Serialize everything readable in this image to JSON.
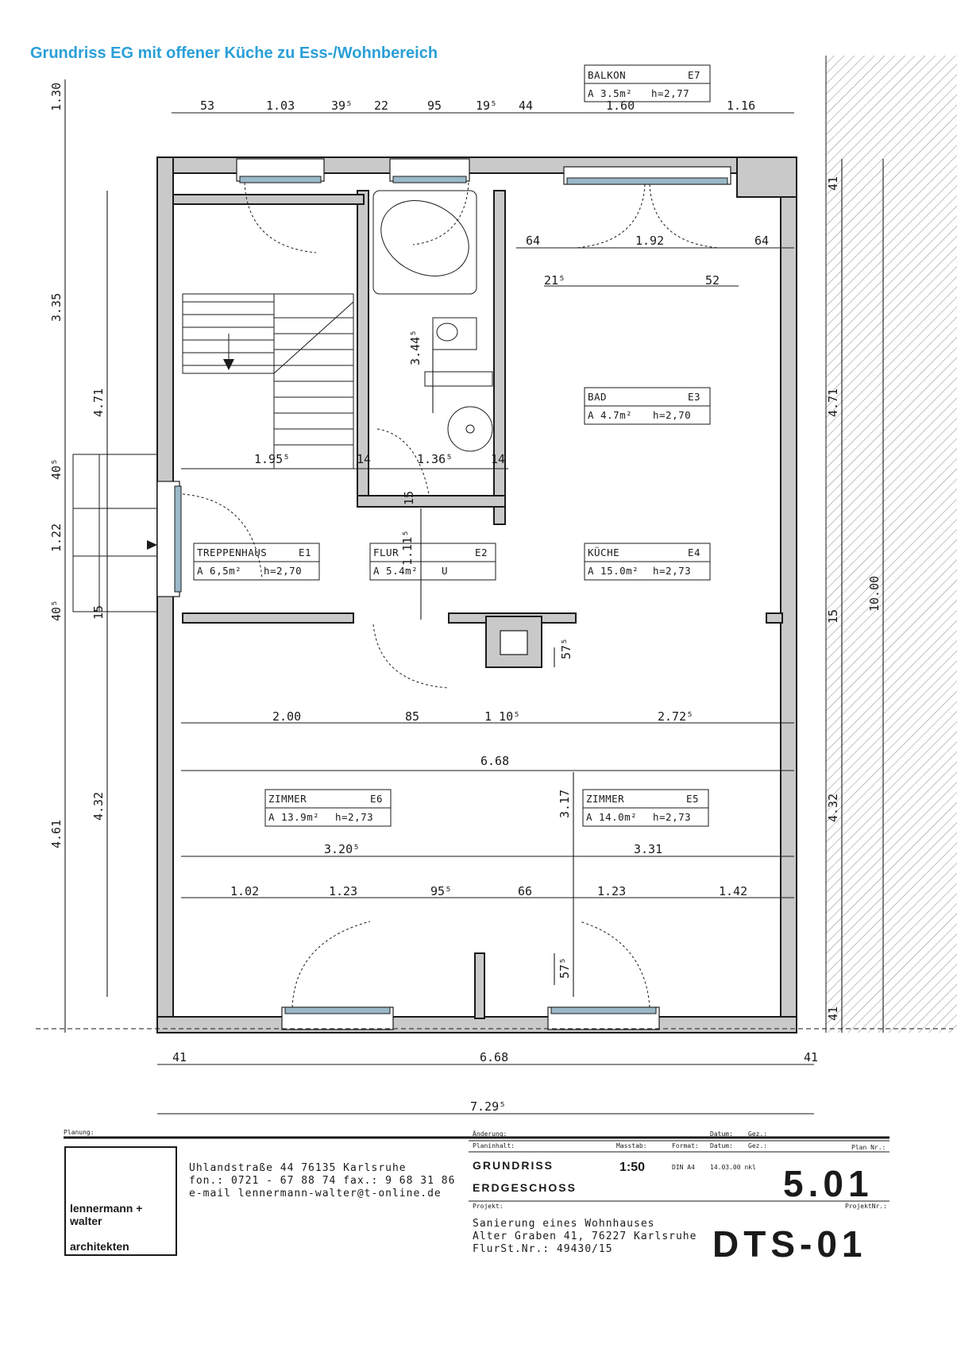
{
  "title": "Grundriss EG mit offener Küche zu Ess-/Wohnbereich",
  "colors": {
    "title": "#2a9fd8",
    "wall": "#c9c9c9",
    "window_glass": "#9ab8c8",
    "ink": "#1a1a1a"
  },
  "rooms": {
    "balkon": {
      "name": "BALKON",
      "code": "E7",
      "area": "A 3.5m²",
      "height": "h=2,77"
    },
    "bad": {
      "name": "BAD",
      "code": "E3",
      "area": "A 4.7m²",
      "height": "h=2,70"
    },
    "treppenhaus": {
      "name": "TREPPENHAUS",
      "code": "E1",
      "area": "A 6,5m²",
      "height": "h=2,70"
    },
    "flur": {
      "name": "FLUR",
      "code": "E2",
      "area": "A 5.4m²",
      "height": "U"
    },
    "kueche": {
      "name": "KÜCHE",
      "code": "E4",
      "area": "A 15.0m²",
      "height": "h=2,73"
    },
    "zimmer_e6": {
      "name": "ZIMMER",
      "code": "E6",
      "area": "A 13.9m²",
      "height": "h=2,73"
    },
    "zimmer_e5": {
      "name": "ZIMMER",
      "code": "E5",
      "area": "A 14.0m²",
      "height": "h=2,73"
    }
  },
  "dimensions": {
    "top_row": [
      "53",
      "1.03",
      "39⁵",
      "22",
      "95",
      "19⁵",
      "44"
    ],
    "balkon_row": [
      "1.60",
      "1.16"
    ],
    "kitchen_window_row": [
      "64",
      "1.92",
      "64"
    ],
    "kitchen_sub": [
      "21⁵",
      "52"
    ],
    "bad_vertical": "3.44⁵",
    "stair_row": [
      "1.95⁵",
      "14",
      "1.36⁵",
      "14"
    ],
    "flur_vertical": [
      "15",
      "1.11⁵"
    ],
    "chimney_vertical": "57⁵",
    "mid_row": [
      "2.00",
      "85",
      "1 10⁵",
      "2.72⁵"
    ],
    "mid_total": "6.68",
    "zimmer_vertical": "3.17",
    "zimmer_row": [
      "3.20⁵",
      "3.31"
    ],
    "south_window_row": [
      "1.02",
      "1.23",
      "95⁵",
      "66",
      "1.23",
      "1.42"
    ],
    "south_sub": "57⁵",
    "bottom_row": [
      "41",
      "6.68",
      "41"
    ],
    "bottom_total": "7.29⁵",
    "left_outer": [
      "1.30",
      "3.35",
      "40⁵",
      "1.22",
      "40⁵",
      "4.61"
    ],
    "left_inner": [
      "4.71",
      "15",
      "4.32"
    ],
    "right_inner": [
      "41",
      "4.71",
      "15",
      "4.32",
      "41"
    ],
    "right_total": "10.00"
  },
  "title_block": {
    "planung_label": "Planung:",
    "firm_line1": "lennermann +",
    "firm_line2": "walter",
    "firm_line3": "architekten",
    "address": "Uhlandstraße 44  76135 Karlsruhe",
    "phone": "fon.: 0721 - 67 88 74  fax.: 9 68 31 86",
    "email": "e-mail lennermann-walter@t-online.de",
    "aenderung_label": "Änderung:",
    "planinhalt_label": "Planinhalt:",
    "masstab_label": "Masstab:",
    "format_label": "Format:",
    "datum_label": "Datum:",
    "gez_label": "Gez.:",
    "plan_nr_label": "Plan Nr.:",
    "projekt_label": "Projekt:",
    "projekt_nr_label": "ProjektNr.:",
    "content_line1": "GRUNDRISS",
    "content_line2": "ERDGESCHOSS",
    "scale": "1:50",
    "format": "DIN A4",
    "date": "14.03.00 nkl",
    "plan_number": "5.01",
    "project_line1": "Sanierung eines Wohnhauses",
    "project_line2": "Alter Graben 41, 76227 Karlsruhe",
    "project_line3": "FlurSt.Nr.: 49430/15",
    "project_number": "DTS-01"
  }
}
